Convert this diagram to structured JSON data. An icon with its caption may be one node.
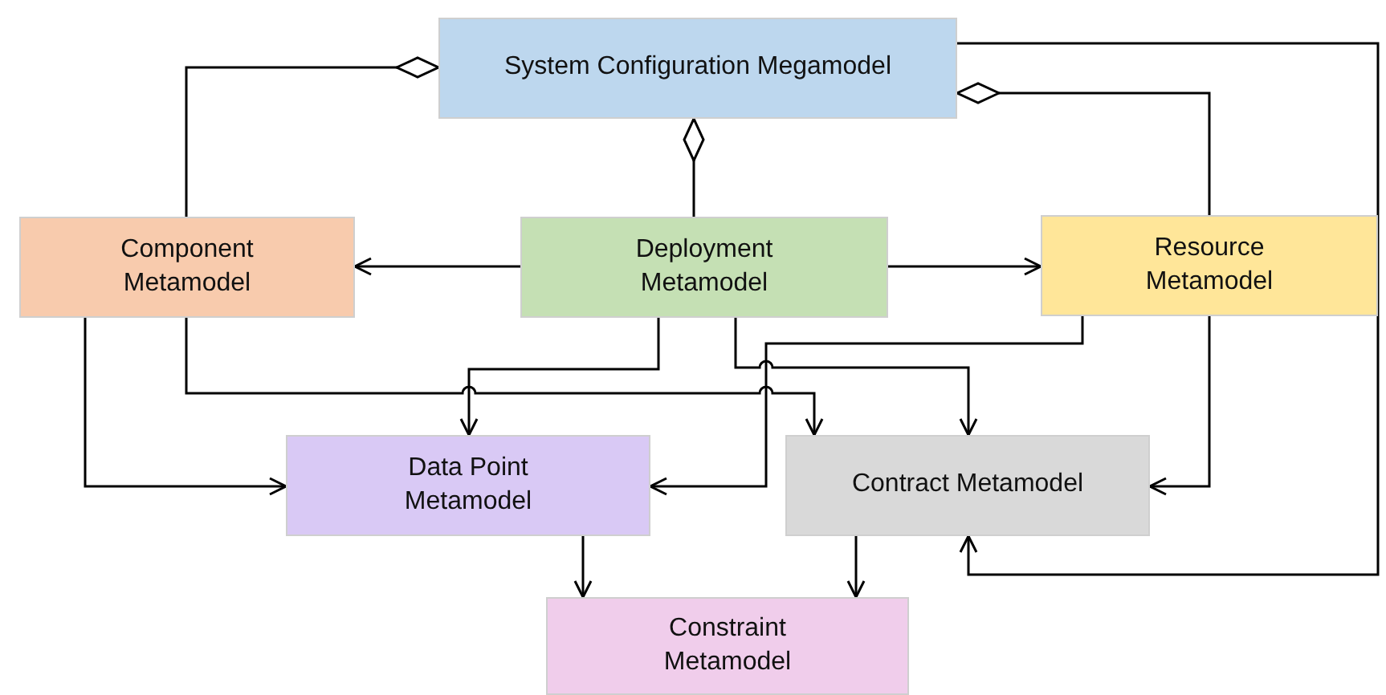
{
  "diagram": {
    "nodes": [
      {
        "text": [
          "System Configuration Megamodel"
        ]
      },
      {
        "text": [
          "Component Metamodel"
        ]
      },
      {
        "text": [
          "Deployment Metamodel"
        ]
      },
      {
        "text": [
          "Resource Metamodel"
        ]
      },
      {
        "text": [
          "Data Point Metamodel"
        ]
      },
      {
        "text": [
          "Contract Metamodel"
        ]
      },
      {
        "text": [
          "Constraint Metamodel"
        ]
      }
    ],
    "edges": [
      {
        "from": 1,
        "to": 0,
        "arrow": "other"
      },
      {
        "from": 2,
        "to": 0,
        "arrow": "other"
      },
      {
        "from": 3,
        "to": 0,
        "arrow": "other"
      },
      {
        "from": 2,
        "to": 1,
        "arrow": "to"
      },
      {
        "from": 2,
        "to": 3,
        "arrow": "to"
      },
      {
        "from": 1,
        "to": 4,
        "arrow": "to"
      },
      {
        "from": 1,
        "to": 5,
        "arrow": "to"
      },
      {
        "from": 2,
        "to": 4,
        "arrow": "to"
      },
      {
        "from": 2,
        "to": 5,
        "arrow": "to"
      },
      {
        "from": 3,
        "to": 4,
        "arrow": "to"
      },
      {
        "from": 3,
        "to": 5,
        "arrow": "to"
      },
      {
        "from": 0,
        "to": 5,
        "arrow": "to"
      },
      {
        "from": 4,
        "to": 6,
        "arrow": "to"
      },
      {
        "from": 5,
        "to": 6,
        "arrow": "to"
      }
    ]
  }
}
